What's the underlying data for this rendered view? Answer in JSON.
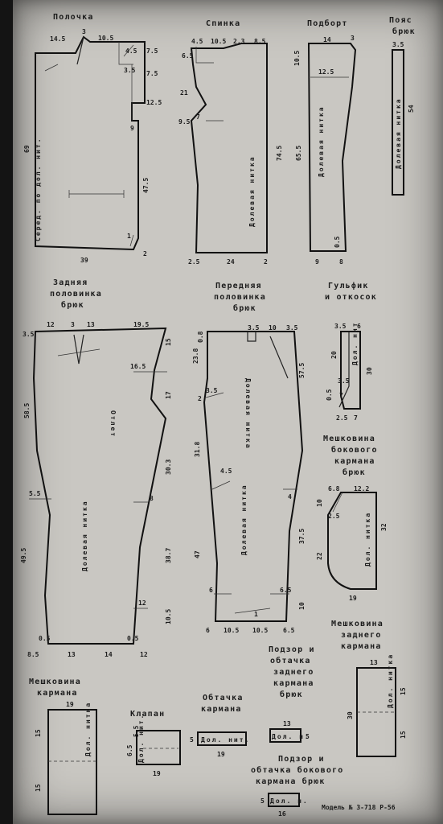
{
  "titles": {
    "polochka": "Полочка",
    "spinka": "Спинка",
    "podbort": "Подборт",
    "poyas_1": "Пояс",
    "poyas_2": "брюк",
    "zadnyaya_1": "Задняя",
    "zadnyaya_2": "половинка",
    "zadnyaya_3": "брюк",
    "perednyaya_1": "Передняя",
    "perednyaya_2": "половинка",
    "perednyaya_3": "брюк",
    "gulfik_1": "Гульфик",
    "gulfik_2": "и откосок",
    "meshk_bok_1": "Мешковина",
    "meshk_bok_2": "бокового",
    "meshk_bok_3": "кармана",
    "meshk_bok_4": "брюк",
    "meshk_zad_1": "Мешковина",
    "meshk_zad_2": "заднего",
    "meshk_zad_3": "кармана",
    "meshk_karm_1": "Мешковина",
    "meshk_karm_2": "кармана",
    "klapan": "Клапан",
    "obtachka_1": "Обтачка",
    "obtachka_2": "кармана",
    "podzor_zad_1": "Подзор и",
    "podzor_zad_2": "обтачка",
    "podzor_zad_3": "заднего",
    "podzor_zad_4": "кармана",
    "podzor_zad_5": "брюк",
    "podzor_bok_1": "Подзор и",
    "podzor_bok_2": "обтачка бокового",
    "podzor_bok_3": "кармана брюк",
    "model": "Модель № 3-718  Р-56"
  },
  "grain": {
    "seredina": "Серед. по дол. нит.",
    "dolevaya": "Долевая нитка",
    "otlet": "Отлет",
    "dol_nitka": "Дол. нитка",
    "dol_nit": "Дол. нит.",
    "dol_n": "Дол. н.",
    "dol_nit_short": "Дол. нит"
  },
  "dims": {
    "p1_14_5": "14.5",
    "p1_3": "3",
    "p1_10_5": "10.5",
    "p1_7_5": "7.5",
    "p1_3_5": "3.5",
    "p1_4_5": "4.5",
    "p1_12_5": "12.5",
    "p1_9": "9",
    "p1_69": "69",
    "p1_47_5": "47.5",
    "p1_39": "39",
    "p1_2": "2",
    "p1_1": "1",
    "s_4_5": "4.5",
    "s_10_5": "10.5",
    "s_2_3": "2.3",
    "s_8_5": "8.5",
    "s_6_5": "6.5",
    "s_21": "21",
    "s_9_5": "9.5",
    "s_7": "7",
    "s_74_5": "74.5",
    "s_2_5": "2.5",
    "s_24": "24",
    "s_2": "2",
    "pb_14": "14",
    "pb_3": "3",
    "pb_10_5": "10.5",
    "pb_12_5": "12.5",
    "pb_65_5": "65.5",
    "pb_0_5": "0.5",
    "pb_9": "9",
    "pb_8": "8",
    "py_3_5": "3.5",
    "py_54": "54",
    "z_3_5": "3.5",
    "z_12": "12",
    "z_3": "3",
    "z_13": "13",
    "z_19_5": "19.5",
    "z_15": "15",
    "z_16_5": "16.5",
    "z_17": "17",
    "z_58_5": "58.5",
    "z_30_3": "30.3",
    "z_5_5": "5.5",
    "z_8": "8",
    "z_49_5": "49.5",
    "z_38_7": "38.7",
    "z_12b": "12",
    "z_10_5": "10.5",
    "z_0_5a": "0.5",
    "z_0_5b": "0.5",
    "z_8_5": "8.5",
    "z_13b": "13",
    "z_14": "14",
    "z_12c": "12",
    "f_3_5a": "3.5",
    "f_10": "10",
    "f_3_5b": "3.5",
    "f_0_8": "0.8",
    "f_23_8": "23.8",
    "f_57_5": "57.5",
    "f_2": "2",
    "f_3_5c": "3.5",
    "f_31_8": "31.8",
    "f_4_5": "4.5",
    "f_4": "4",
    "f_47": "47",
    "f_37_5": "37.5",
    "f_6a": "6",
    "f_6_5a": "6.5",
    "f_10b": "10",
    "f_1": "1",
    "f_6b": "6",
    "f_10_5a": "10.5",
    "f_10_5b": "10.5",
    "f_6_5b": "6.5",
    "g_3_5": "3.5",
    "g_6": "6",
    "g_20": "20",
    "g_30": "30",
    "g_3_5b": "3.5",
    "g_0_5": "0.5",
    "g_7": "7",
    "g_2_5": "2.5",
    "g_7b": "7",
    "mb_6_8": "6.8",
    "mb_12_2": "12.2",
    "mb_10": "10",
    "mb_2_5": "2.5",
    "mb_32": "32",
    "mb_22": "22",
    "mb_19": "19",
    "mz_13": "13",
    "mz_15a": "15",
    "mz_30": "30",
    "mz_15b": "15",
    "mk_19": "19",
    "mk_15a": "15",
    "mk_15b": "15",
    "k_6_5": "6.5",
    "k_5_5": "5.5",
    "k_19": "19",
    "o_5": "5",
    "o_19": "19",
    "pz_13": "13",
    "pz_5": "5",
    "pbk_5": "5",
    "pbk_16": "16"
  }
}
